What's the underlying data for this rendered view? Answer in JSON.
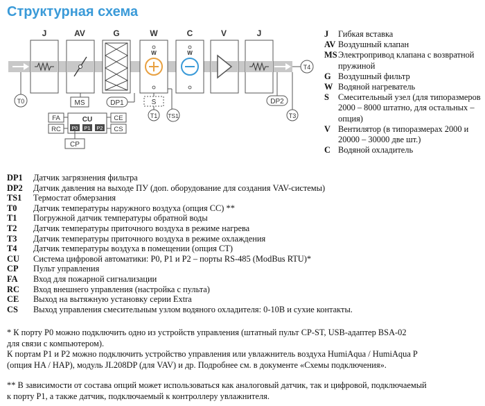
{
  "title": "Структурная схема",
  "diagram": {
    "top_labels": [
      "J",
      "AV",
      "G",
      "W",
      "C",
      "V",
      "J"
    ],
    "coil_w": "W",
    "coil_dot": "°",
    "ms": "MS",
    "dp1": "DP1",
    "s": "S",
    "t0": "T0",
    "t1": "T1",
    "ts1": "TS1",
    "dp2": "DP2",
    "t3": "T3",
    "t4": "T4",
    "cu": "CU",
    "fa": "FA",
    "rc": "RC",
    "ce": "CE",
    "cs": "CS",
    "p0": "P0",
    "p1": "P1",
    "p2": "P2",
    "cp": "CP",
    "colors": {
      "accent": "#3a9ad8",
      "duct": "#c8c8c8",
      "line": "#555555",
      "cu_port": "#4a4a4a"
    }
  },
  "legend_right": [
    {
      "code": "J",
      "desc": "Гибкая вставка"
    },
    {
      "code": "AV",
      "desc": "Воздушный клапан"
    },
    {
      "code": "MS",
      "desc": "Электропривод клапана с возвратной пружиной"
    },
    {
      "code": "G",
      "desc": "Воздушный фильтр"
    },
    {
      "code": "W",
      "desc": "Водяной нагреватель"
    },
    {
      "code": "S",
      "desc": "Смесительный узел (для типоразмеров 2000 – 8000 штатно, для остальных – опция)"
    },
    {
      "code": "V",
      "desc": "Вентилятор (в типоразмерах 2000 и 20000 – 30000 две шт.)"
    },
    {
      "code": "C",
      "desc": "Водяной охладитель"
    }
  ],
  "legend_main": [
    {
      "code": "DP1",
      "desc": "Датчик загрязнения фильтра"
    },
    {
      "code": "DP2",
      "desc": "Датчик давления на выходе ПУ (доп. оборудование для создания VAV-системы)"
    },
    {
      "code": "TS1",
      "desc": "Термостат обмерзания"
    },
    {
      "code": "T0",
      "desc": "Датчик температуры наружного воздуха (опция CC) **"
    },
    {
      "code": "T1",
      "desc": "Погружной датчик температуры обратной воды"
    },
    {
      "code": "T2",
      "desc": "Датчик температуры приточного воздуха в режиме нагрева"
    },
    {
      "code": "T3",
      "desc": "Датчик температуры приточного воздуха в режиме охлаждения"
    },
    {
      "code": "T4",
      "desc": "Датчик температуры воздуха в помещении (опция CT)"
    },
    {
      "code": "CU",
      "desc": "Система цифровой автоматики: P0, P1 и P2 – порты RS-485 (ModBus RTU)*"
    },
    {
      "code": "CP",
      "desc": "Пульт управления"
    },
    {
      "code": "FA",
      "desc": "Вход для пожарной сигнализации"
    },
    {
      "code": "RC",
      "desc": "Вход внешнего управления (настройка с пульта)"
    },
    {
      "code": "CE",
      "desc": "Выход на вытяжную установку серии Extra"
    },
    {
      "code": "CS",
      "desc": "Выход управления смесительным узлом водяного охладителя: 0-10В и сухие контакты."
    }
  ],
  "notes": {
    "note1": "* К порту P0 можно подключить одно из устройств управления (штатный пульт CP-ST, USB-адаптер BSA-02\n   для связи с компьютером).\n   К портам P1 и P2 можно подключить устройство управления или увлажнитель воздуха HumiAqua /  HumiAqua P\n   (опция HA / HAP), модуль JL208DP (для VAV) и др. Подробнее см. в документе «Схемы подключения».",
    "note2": "** В зависимости от состава опций может использоваться как аналоговый датчик, так и цифровой, подключаемый\n   к порту P1, а также датчик, подключаемый к контроллеру увлажнителя."
  }
}
